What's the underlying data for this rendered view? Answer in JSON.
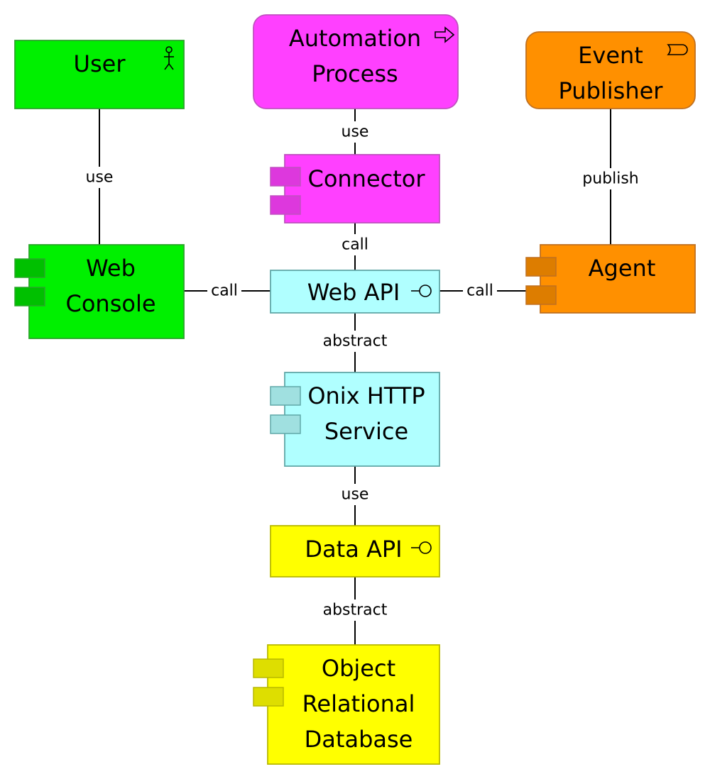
{
  "colors": {
    "green": "#00f000",
    "green_border": "#2aa52a",
    "green_tab": "#00c000",
    "magenta": "#ff40ff",
    "magenta_border": "#c050c0",
    "magenta_tab": "#dd38dd",
    "orange": "#ff9000",
    "orange_border": "#c07020",
    "orange_tab": "#dd7d00",
    "cyan": "#b0ffff",
    "cyan_border": "#60a8a8",
    "cyan_tab": "#a0e0e0",
    "yellow": "#ffff00",
    "yellow_border": "#b8b800",
    "yellow_tab": "#dede00",
    "line": "#000000"
  },
  "nodes": {
    "user": {
      "lines": [
        "User"
      ],
      "type": "business-actor",
      "icon": "actor-icon"
    },
    "automation_process": {
      "lines": [
        "Automation",
        "Process"
      ],
      "type": "business-process",
      "icon": "process-arrow-icon"
    },
    "event_publisher": {
      "lines": [
        "Event",
        "Publisher"
      ],
      "type": "business-event",
      "icon": "event-icon"
    },
    "connector": {
      "lines": [
        "Connector"
      ],
      "type": "application-component",
      "icon": "component-icon"
    },
    "web_console": {
      "lines": [
        "Web",
        "Console"
      ],
      "type": "application-component",
      "icon": "component-icon"
    },
    "web_api": {
      "lines": [
        "Web API"
      ],
      "type": "application-interface",
      "icon": "interface-icon"
    },
    "agent": {
      "lines": [
        "Agent"
      ],
      "type": "application-component",
      "icon": "component-icon"
    },
    "onix_http_service": {
      "lines": [
        "Onix HTTP",
        "Service"
      ],
      "type": "application-component",
      "icon": "component-icon"
    },
    "data_api": {
      "lines": [
        "Data API"
      ],
      "type": "application-interface",
      "icon": "interface-icon"
    },
    "object_relational_database": {
      "lines": [
        "Object",
        "Relational",
        "Database"
      ],
      "type": "system-software",
      "icon": "component-icon"
    }
  },
  "edges": [
    {
      "from": "user",
      "to": "web_console",
      "label": "use"
    },
    {
      "from": "automation_process",
      "to": "connector",
      "label": "use"
    },
    {
      "from": "event_publisher",
      "to": "agent",
      "label": "publish"
    },
    {
      "from": "connector",
      "to": "web_api",
      "label": "call"
    },
    {
      "from": "web_console",
      "to": "web_api",
      "label": "call"
    },
    {
      "from": "agent",
      "to": "web_api",
      "label": "call"
    },
    {
      "from": "web_api",
      "to": "onix_http_service",
      "label": "abstract"
    },
    {
      "from": "onix_http_service",
      "to": "data_api",
      "label": "use"
    },
    {
      "from": "data_api",
      "to": "object_relational_database",
      "label": "abstract"
    }
  ]
}
